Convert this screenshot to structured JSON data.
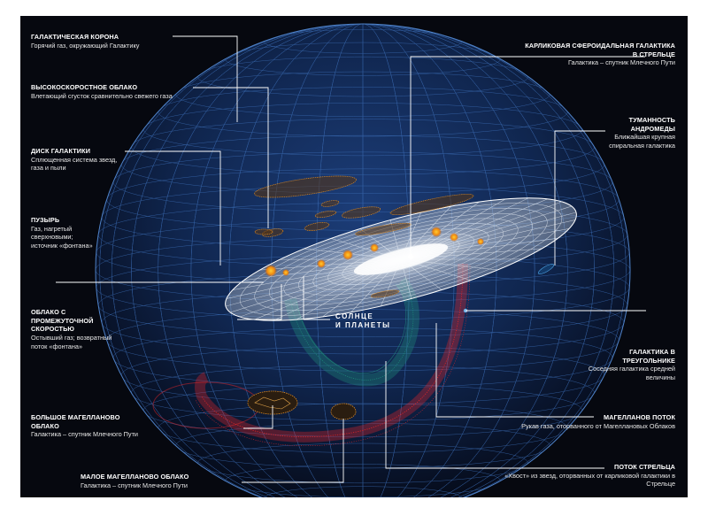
{
  "labels": {
    "corona": {
      "title": "ГАЛАКТИЧЕСКАЯ КОРОНА",
      "desc": "Горячий газ, окружающий Галактику"
    },
    "hvc": {
      "title": "ВЫСОКОСКОРОСТНОЕ ОБЛАКО",
      "desc": "Влетающий сгусток сравнительно свежего газа"
    },
    "disk": {
      "title": "ДИСК ГАЛАКТИКИ",
      "desc": "Сплющенная система звезд, газа и пыли"
    },
    "bubble": {
      "title": "ПУЗЫРЬ",
      "desc": "Газ, нагретый сверхновыми; источник «фонтана»"
    },
    "ivc": {
      "title": "ОБЛАКО С ПРОМЕЖУТОЧНОЙ СКОРОСТЬЮ",
      "desc": "Остывший газ; возвратный поток «фонтана»"
    },
    "lmc": {
      "title": "БОЛЬШОЕ МАГЕЛЛАНОВО ОБЛАКО",
      "desc": "Галактика – спутник Млечного Пути"
    },
    "smc": {
      "title": "МАЛОЕ МАГЕЛЛАНОВО ОБЛАКО",
      "desc": "Галактика – спутник Млечного Пути"
    },
    "sagdwarf": {
      "title": "КАРЛИКОВАЯ СФЕРОИДАЛЬНАЯ ГАЛАКТИКА В СТРЕЛЬЦЕ",
      "desc": "Галактика – спутник Млечного Пути"
    },
    "andromeda": {
      "title": "ТУМАННОСТЬ АНДРОМЕДЫ",
      "desc": "Ближайшая крупная спиральная галактика"
    },
    "triangulum": {
      "title": "ГАЛАКТИКА В ТРЕУГОЛЬНИКЕ",
      "desc": "Соседняя галактика средней величины"
    },
    "magstream": {
      "title": "МАГЕЛЛАНОВ ПОТОК",
      "desc": "Рукав газа, оторванного от Магеллановых Облаков"
    },
    "sagstream": {
      "title": "ПОТОК СТРЕЛЬЦА",
      "desc": "«Хвост» из звезд, оторванных от карликовой галактики в Стрельце"
    },
    "sun": {
      "line1": "СОЛНЦЕ",
      "line2": "И ПЛАНЕТЫ"
    }
  },
  "colors": {
    "background": "#06080f",
    "sphere_grid": "#3d6fb8",
    "disk_grid": "#e8eef5",
    "magellanic_stream": "#e0262a",
    "sagittarius_stream": "#1f8f7c",
    "clouds": "#e08a1e",
    "leader_lines": "#ffffff"
  }
}
